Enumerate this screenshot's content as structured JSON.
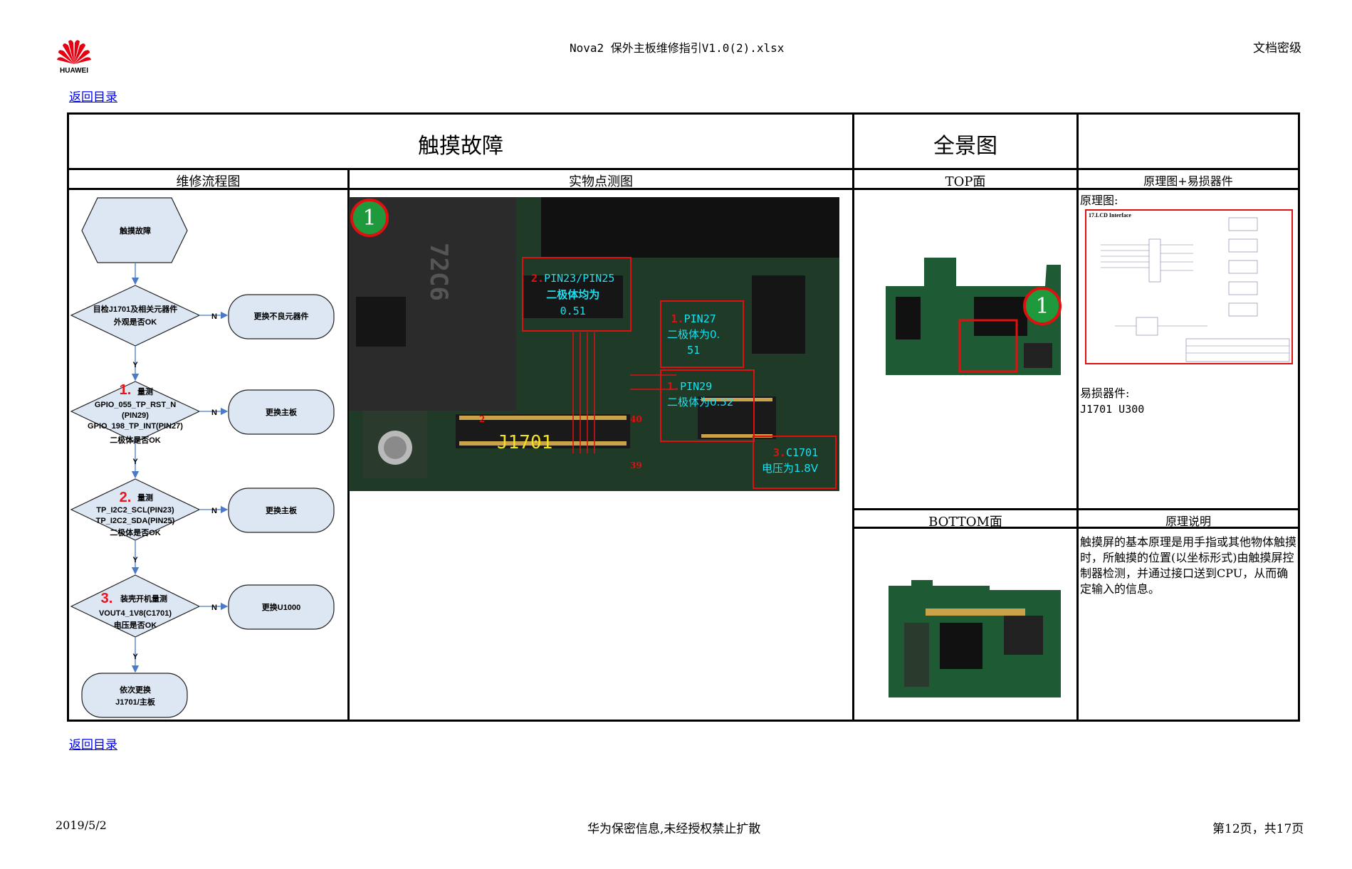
{
  "header": {
    "brand": "HUAWEI",
    "filename": "Nova2 保外主板维修指引V1.0(2).xlsx",
    "classification": "文档密级"
  },
  "nav": {
    "back_top": "返回目录",
    "back_bottom": "返回目录"
  },
  "table": {
    "title_left": "触摸故障",
    "title_right": "全景图",
    "col_flow": "维修流程图",
    "col_photo": "实物点测图",
    "col_top": "TOP面",
    "col_schematic": "原理图+易损器件",
    "col_bottom": "BOTTOM面",
    "col_principle": "原理说明"
  },
  "flow": {
    "start": "触摸故障",
    "check1_l1": "目检J1701及相关元器件",
    "check1_l2": "外观是否OK",
    "action1": "更换不良元器件",
    "step1_num": "1.",
    "step1_l1": "量测",
    "step1_l2": "GPIO_055_TP_RST_N",
    "step1_l3": "(PIN29)",
    "step1_l4": "GPIO_198_TP_INT(PIN27)",
    "step1_l5": "二极体是否OK",
    "action2": "更换主板",
    "step2_num": "2.",
    "step2_l1": "量测",
    "step2_l2": "TP_I2C2_SCL(PIN23)",
    "step2_l3": "TP_I2C2_SDA(PIN25)",
    "step2_l4": "二极体是否OK",
    "action3": "更换主板",
    "step3_num": "3.",
    "step3_l1": "装壳开机量测",
    "step3_l2": "VOUT4_1V8(C1701)",
    "step3_l3": "电压是否OK",
    "action4": "更换U1000",
    "end_l1": "依次更换",
    "end_l2": "J1701/主板",
    "yes": "Y",
    "no": "N"
  },
  "photo": {
    "circle": "1",
    "chip_mark": "72C6",
    "connector": "J1701",
    "pin_2": "2",
    "pin_40": "40",
    "pin_39": "39",
    "box2_num": "2.",
    "box2_l1": "PIN23/PIN25",
    "box2_l2": "二极体均为",
    "box2_l3": "0.51",
    "box1a_num": "1.",
    "box1a_l1": "PIN27",
    "box1a_l2": "二极体为0.",
    "box1a_l3": "51",
    "box1b_num": "1.",
    "box1b_l1": "PIN29",
    "box1b_l2": "二极体为0.52",
    "box3_num": "3.",
    "box3_l1": "C1701",
    "box3_l2": "电压为1.8V"
  },
  "right": {
    "top_circle": "1",
    "schematic_label": "原理图:",
    "schematic_title": "17.LCD Interface",
    "vulnerable_label": "易损器件:",
    "vulnerable_parts": "J1701 U300",
    "principle_text": "触摸屏的基本原理是用手指或其他物体触摸时，所触摸的位置(以坐标形式)由触摸屏控制器检测，并通过接口送到CPU，从而确定输入的信息。"
  },
  "footer": {
    "date": "2019/5/2",
    "notice": "华为保密信息,未经授权禁止扩散",
    "page": "第12页，共17页"
  },
  "colors": {
    "accent_red": "#e01010",
    "flow_fill": "#dde6f3",
    "cyan_label": "#19e0f0",
    "board_green": "#1e5b35"
  }
}
